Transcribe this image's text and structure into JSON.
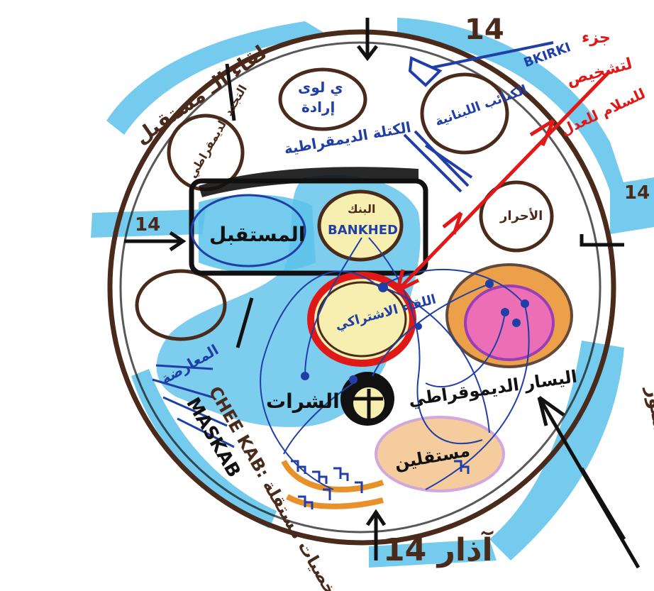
{
  "colors": {
    "ink_brown": "#4a2a1a",
    "ink_black": "#111111",
    "ink_blue": "#1f3fa6",
    "ink_red": "#e01818",
    "highlight_cyan": "#5cc2ea",
    "fill_yellow": "#f6efb0",
    "fill_pink": "#ec6fb6",
    "fill_orange": "#e8902a",
    "fill_purple": "#9a3db8"
  },
  "labels": {
    "top_left_arc": "لقاء الـ مستقبل",
    "top_right_number": "14",
    "bkirki": "BKIRKI",
    "red_note_1": "جزء",
    "red_note_2": "لتشخيص",
    "red_note_3": "للسلام للعدل",
    "oval_top_center": "إرادة",
    "oval_top_center_2": "ي لوى",
    "top_center_text": "الكتلة الديمقراطية",
    "oval_top_right": "الكتائب اللبنانية",
    "oval_left_top": "التجدد الديمقراطي",
    "oval_right": "الأحرار",
    "bankhed": "BANKHED",
    "bankhed_ar": "البنك",
    "center_oval": "اللقاء الاشتراكي",
    "mustaqbal_box": "المستقبل",
    "left_14": "14",
    "right_14": "14",
    "qurnat_text": "الشرات",
    "democratic_left": "اليسار الديموقراطي",
    "mustaqilin": "مستقلين",
    "right_arc": "لقاء الدستور",
    "bottom_arc_left": "CHEE KAB: شخصيات مستقلة",
    "maskab": "MASKAB",
    "bottom_number": "14 آذار",
    "left_middle": "المعارضة"
  }
}
